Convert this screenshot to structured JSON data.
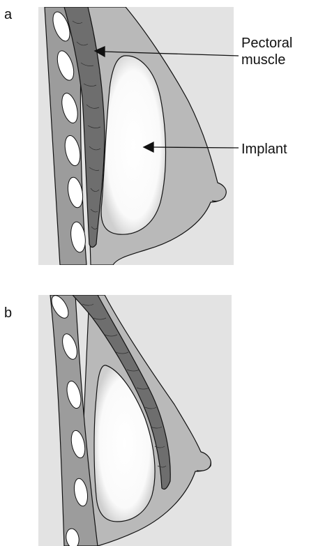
{
  "panel_a": {
    "letter": "a",
    "label_pectoral_line1": "Pectoral",
    "label_pectoral_line2": "muscle",
    "label_implant": "Implant"
  },
  "panel_b": {
    "letter": "b"
  },
  "colors": {
    "background": "#e3e3e3",
    "breast_tissue": "#b9b9b9",
    "chest_wall": "#9c9c9c",
    "pectoral_muscle": "#6e6e6e",
    "rib": "#ffffff",
    "implant": "#ffffff",
    "outline": "#111111"
  }
}
